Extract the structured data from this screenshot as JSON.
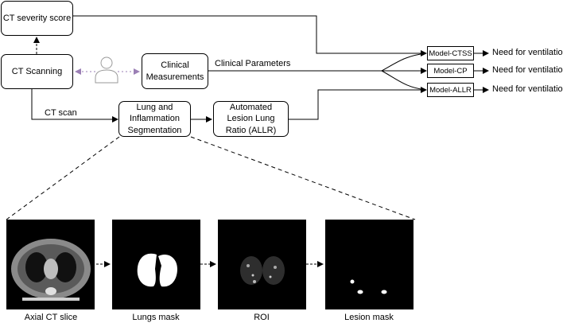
{
  "boxes": {
    "ct_severity": "CT severity score",
    "ct_scanning": "CT Scanning",
    "clinical": "Clinical Measurements",
    "lung_seg": "Lung and Inflammation Segmentation",
    "allr": "Automated Lesion Lung Ratio (ALLR)"
  },
  "labels": {
    "clinical_params": "Clinical Parameters",
    "ct_scan": "CT scan"
  },
  "models": [
    {
      "name": "Model-CTSS",
      "output": "Need for ventilation"
    },
    {
      "name": "Model-CP",
      "output": "Need for ventilation"
    },
    {
      "name": "Model-ALLR",
      "output": "Need for ventilation"
    }
  ],
  "images": [
    {
      "caption": "Axial CT slice"
    },
    {
      "caption": "Lungs mask"
    },
    {
      "caption": "ROI"
    },
    {
      "caption": "Lesion mask"
    }
  ],
  "colors": {
    "line": "#000000",
    "patient_link": "#9b7fb5",
    "person_icon": "#9a9a9a"
  }
}
